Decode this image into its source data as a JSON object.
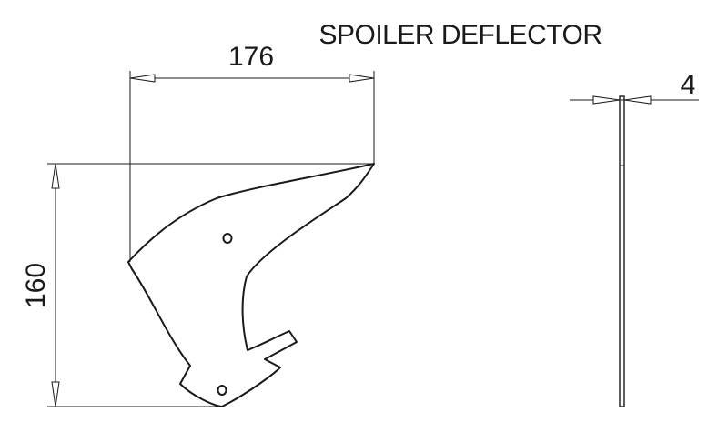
{
  "title": "SPOILER DEFLECTOR",
  "dimensions": {
    "width": "176",
    "height": "160",
    "thickness": "4"
  }
}
